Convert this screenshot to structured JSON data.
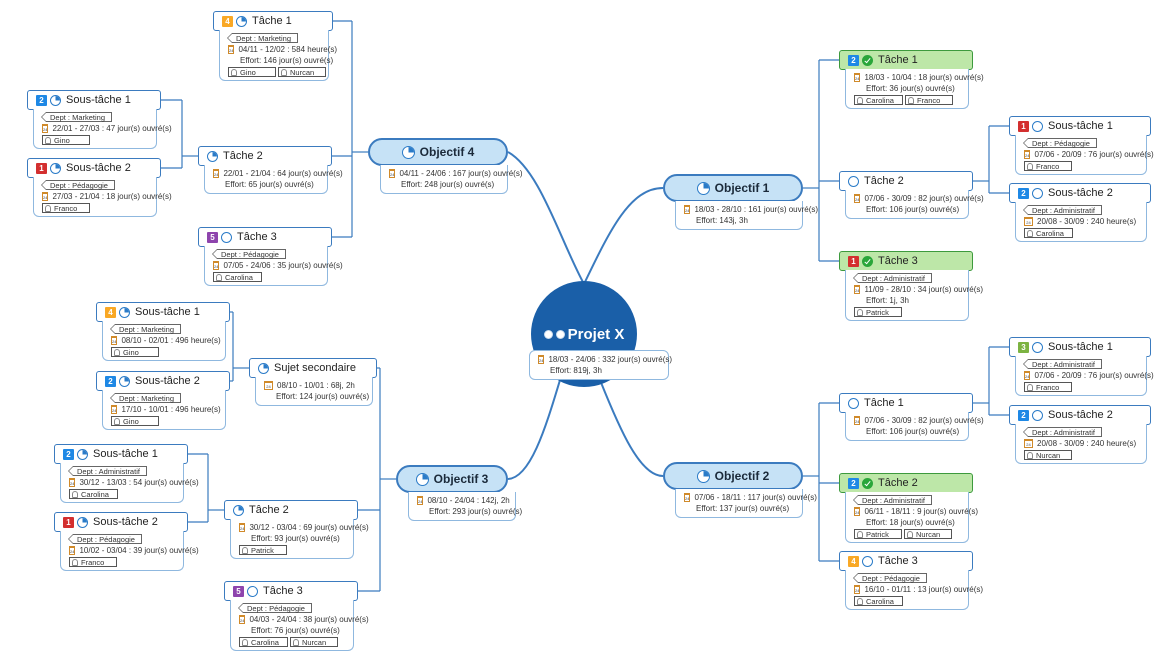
{
  "root": {
    "title": "Projet X",
    "dates": "18/03 - 24/06 : 332 jour(s) ouvré(s)",
    "effort": "Effort: 819j, 3h"
  },
  "colors": {
    "line": "#3b7bbf",
    "done": "#bde7a8",
    "objective_fill": "#c6e2f6",
    "central": "#1a5fa8",
    "badge_1": "#d32f2f",
    "badge_2": "#1e88e5",
    "badge_3": "#7cb342",
    "badge_4": "#f9a825",
    "badge_5": "#8e44ad"
  },
  "nodes": [
    {
      "key": "o4",
      "name": "Objectif 4",
      "dates": "04/11 - 24/06 : 167 jour(s) ouvré(s)",
      "effort": "Effort: 248 jour(s) ouvré(s)",
      "progress": "p25"
    },
    {
      "key": "o4t1",
      "name": "Tâche 1",
      "priority": "4",
      "progress": "p25",
      "tag": "Dept : Marketing",
      "dates": "04/11 - 12/02 : 584 heure(s)",
      "effort": "Effort: 146 jour(s) ouvré(s)",
      "people": [
        "Gino",
        "Nurcan"
      ]
    },
    {
      "key": "o4t2",
      "name": "Tâche 2",
      "progress": "p25",
      "dates": "22/01 - 21/04 : 64 jour(s) ouvré(s)",
      "effort": "Effort: 65 jour(s) ouvré(s)"
    },
    {
      "key": "o4t2s1",
      "name": "Sous-tâche 1",
      "priority": "2",
      "progress": "p25",
      "tag": "Dept : Marketing",
      "dates": "22/01 - 27/03 : 47 jour(s) ouvré(s)",
      "people": [
        "Gino"
      ]
    },
    {
      "key": "o4t2s2",
      "name": "Sous-tâche 2",
      "priority": "1",
      "progress": "p25",
      "tag": "Dept : Pédagogie",
      "dates": "27/03 - 21/04 : 18 jour(s) ouvré(s)",
      "people": [
        "Franco"
      ]
    },
    {
      "key": "o4t3",
      "name": "Tâche 3",
      "priority": "5",
      "progress": "p0",
      "tag": "Dept : Pédagogie",
      "dates": "07/05 - 24/06 : 35 jour(s) ouvré(s)",
      "people": [
        "Carolina"
      ]
    },
    {
      "key": "o3",
      "name": "Objectif 3",
      "dates": "08/10 - 24/04 : 142j, 2h",
      "effort": "Effort: 293 jour(s) ouvré(s)",
      "progress": "p25"
    },
    {
      "key": "o3ss",
      "name": "Sujet secondaire",
      "progress": "p25",
      "dates": "08/10 - 10/01 : 68j, 2h",
      "effort": "Effort: 124 jour(s) ouvré(s)"
    },
    {
      "key": "o3ss1",
      "name": "Sous-tâche 1",
      "priority": "4",
      "progress": "p25",
      "tag": "Dept : Marketing",
      "dates": "08/10 - 02/01 : 496 heure(s)",
      "people": [
        "Gino"
      ]
    },
    {
      "key": "o3ss2",
      "name": "Sous-tâche 2",
      "priority": "2",
      "progress": "p25",
      "tag": "Dept : Marketing",
      "dates": "17/10 - 10/01 : 496 heure(s)",
      "people": [
        "Gino"
      ]
    },
    {
      "key": "o3t2",
      "name": "Tâche 2",
      "progress": "p25",
      "dates": "30/12 - 03/04 : 69 jour(s) ouvré(s)",
      "effort": "Effort: 93 jour(s) ouvré(s)",
      "people": [
        "Patrick"
      ]
    },
    {
      "key": "o3t2s1",
      "name": "Sous-tâche 1",
      "priority": "2",
      "progress": "p25",
      "tag": "Dept : Administratif",
      "dates": "30/12 - 13/03 : 54 jour(s) ouvré(s)",
      "people": [
        "Carolina"
      ]
    },
    {
      "key": "o3t2s2",
      "name": "Sous-tâche 2",
      "priority": "1",
      "progress": "p25",
      "tag": "Dept : Pédagogie",
      "dates": "10/02 - 03/04 : 39 jour(s) ouvré(s)",
      "people": [
        "Franco"
      ]
    },
    {
      "key": "o3t3",
      "name": "Tâche 3",
      "priority": "5",
      "progress": "p0",
      "tag": "Dept : Pédagogie",
      "dates": "04/03 - 24/04 : 38 jour(s) ouvré(s)",
      "effort": "Effort: 76 jour(s) ouvré(s)",
      "people": [
        "Carolina",
        "Nurcan"
      ]
    },
    {
      "key": "o1",
      "name": "Objectif 1",
      "dates": "18/03 - 28/10 : 161 jour(s) ouvré(s)",
      "effort": "Effort: 143j, 3h",
      "progress": "p25"
    },
    {
      "key": "o1t1",
      "name": "Tâche 1",
      "priority": "2",
      "progress": "p100",
      "dates": "18/03 - 10/04 : 18 jour(s) ouvré(s)",
      "effort": "Effort: 36 jour(s) ouvré(s)",
      "people": [
        "Carolina",
        "Franco"
      ]
    },
    {
      "key": "o1t2",
      "name": "Tâche 2",
      "progress": "p0",
      "dates": "07/06 - 30/09 : 82 jour(s) ouvré(s)",
      "effort": "Effort: 106 jour(s) ouvré(s)"
    },
    {
      "key": "o1t2s1",
      "name": "Sous-tâche 1",
      "priority": "1",
      "progress": "p0",
      "tag": "Dept : Pédagogie",
      "dates": "07/06 - 20/09 : 76 jour(s) ouvré(s)",
      "people": [
        "Franco"
      ]
    },
    {
      "key": "o1t2s2",
      "name": "Sous-tâche 2",
      "priority": "2",
      "progress": "p0",
      "tag": "Dept : Administratif",
      "dates": "20/08 - 30/09 : 240 heure(s)",
      "people": [
        "Carolina"
      ]
    },
    {
      "key": "o1t3",
      "name": "Tâche 3",
      "priority": "1",
      "progress": "p100",
      "tag": "Dept : Administratif",
      "dates": "11/09 - 28/10 : 34 jour(s) ouvré(s)",
      "effort": "Effort: 1j, 3h",
      "people": [
        "Patrick"
      ]
    },
    {
      "key": "o2",
      "name": "Objectif 2",
      "dates": "07/06 - 18/11 : 117 jour(s) ouvré(s)",
      "effort": "Effort: 137 jour(s) ouvré(s)",
      "progress": "p25"
    },
    {
      "key": "o2t1",
      "name": "Tâche 1",
      "progress": "p0",
      "dates": "07/06 - 30/09 : 82 jour(s) ouvré(s)",
      "effort": "Effort: 106 jour(s) ouvré(s)"
    },
    {
      "key": "o2t1s1",
      "name": "Sous-tâche 1",
      "priority": "3",
      "progress": "p0",
      "tag": "Dept : Administratif",
      "dates": "07/06 - 20/09 : 76 jour(s) ouvré(s)",
      "people": [
        "Franco"
      ]
    },
    {
      "key": "o2t1s2",
      "name": "Sous-tâche 2",
      "priority": "2",
      "progress": "p0",
      "tag": "Dept : Administratif",
      "dates": "20/08 - 30/09 : 240 heure(s)",
      "people": [
        "Nurcan"
      ]
    },
    {
      "key": "o2t2",
      "name": "Tâche 2",
      "priority": "2",
      "progress": "p100",
      "tag": "Dept : Administratif",
      "dates": "06/11 - 18/11 : 9 jour(s) ouvré(s)",
      "effort": "Effort: 18 jour(s) ouvré(s)",
      "people": [
        "Patrick",
        "Nurcan"
      ]
    },
    {
      "key": "o2t3",
      "name": "Tâche 3",
      "priority": "4",
      "progress": "p0",
      "tag": "Dept : Pédagogie",
      "dates": "16/10 - 01/11 : 13 jour(s) ouvré(s)",
      "people": [
        "Carolina"
      ]
    }
  ]
}
